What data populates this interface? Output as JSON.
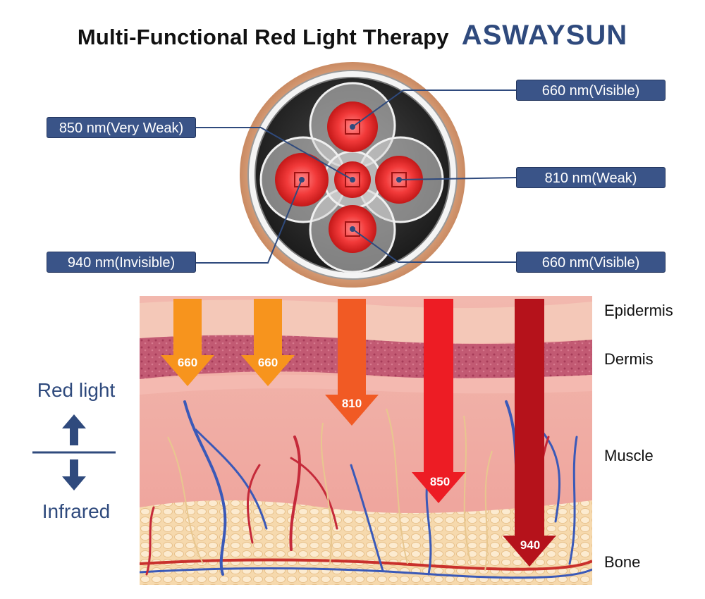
{
  "header": {
    "title": "Multi-Functional Red Light Therapy",
    "brand": "ASWAYSUN"
  },
  "device_labels": {
    "top_right": "660 nm(Visible)",
    "top_left": "850 nm(Very Weak)",
    "middle_right": "810 nm(Weak)",
    "bottom_left": "940 nm(Invisible)",
    "bottom_right": "660 nm(Visible)"
  },
  "skin_layers": {
    "epidermis": "Epidermis",
    "dermis": "Dermis",
    "muscle": "Muscle",
    "bone": "Bone"
  },
  "side_legend": {
    "red": "Red light",
    "infrared": "Infrared"
  },
  "penetration_arrows": [
    {
      "label": "660",
      "color": "#f7941d"
    },
    {
      "label": "660",
      "color": "#f7941d"
    },
    {
      "label": "810",
      "color": "#f15a24"
    },
    {
      "label": "850",
      "color": "#ed1c24"
    },
    {
      "label": "940",
      "color": "#b5121b"
    }
  ],
  "colors": {
    "label_bg": "#3a5488",
    "brand": "#2f4a7d"
  }
}
